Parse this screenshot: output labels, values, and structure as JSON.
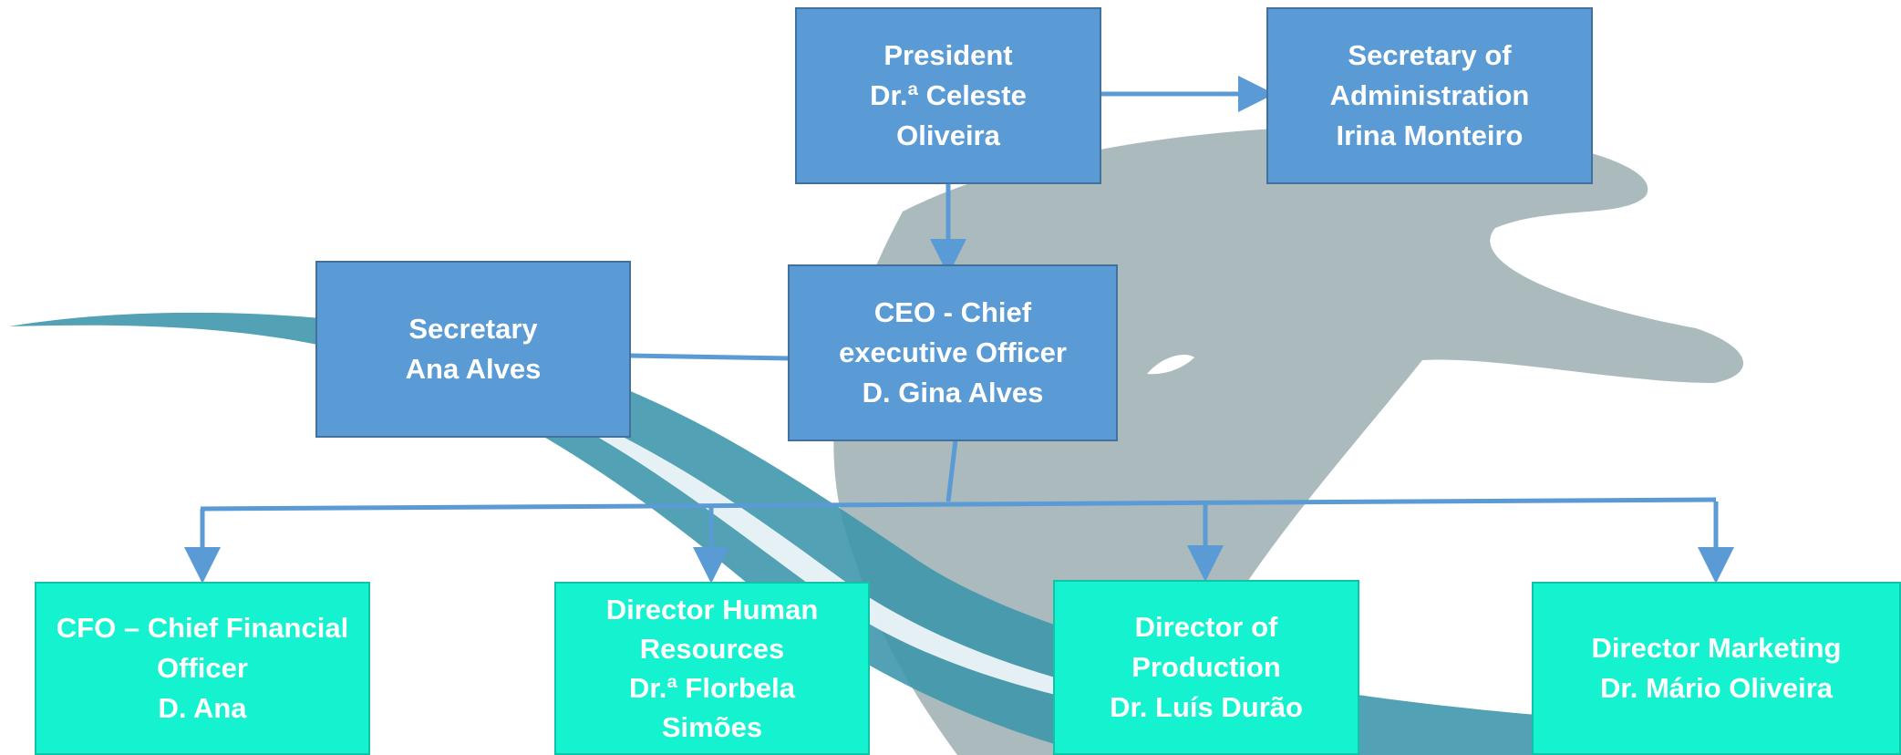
{
  "boxes": {
    "president": {
      "lines": [
        "President",
        "Dr.ª Celeste",
        "Oliveira"
      ]
    },
    "sec_admin": {
      "lines": [
        "Secretary of",
        "Administration",
        "Irina Monteiro"
      ]
    },
    "secretary": {
      "lines": [
        "Secretary",
        "Ana Alves"
      ]
    },
    "ceo": {
      "lines": [
        "CEO  - Chief",
        "executive Officer",
        "D. Gina Alves"
      ]
    },
    "cfo": {
      "lines": [
        "CFO – Chief Financial",
        "Officer",
        "D. Ana"
      ]
    },
    "hr": {
      "lines": [
        "Director Human",
        "Resources",
        "Dr.ª Florbela",
        "Simões"
      ]
    },
    "production": {
      "lines": [
        "Director of",
        "Production",
        "Dr. Luís Durão"
      ]
    },
    "marketing": {
      "lines": [
        "Director Marketing",
        "Dr. Mário Oliveira"
      ]
    }
  },
  "colors": {
    "executive_fill": "#5b9bd5",
    "director_fill": "#14f2cf",
    "connector": "#5b9bd5",
    "watermark_gray": "#9eb0b4",
    "watermark_teal": "#3f97ac"
  },
  "watermark": {
    "icon": "dolphin-wave-logo"
  }
}
